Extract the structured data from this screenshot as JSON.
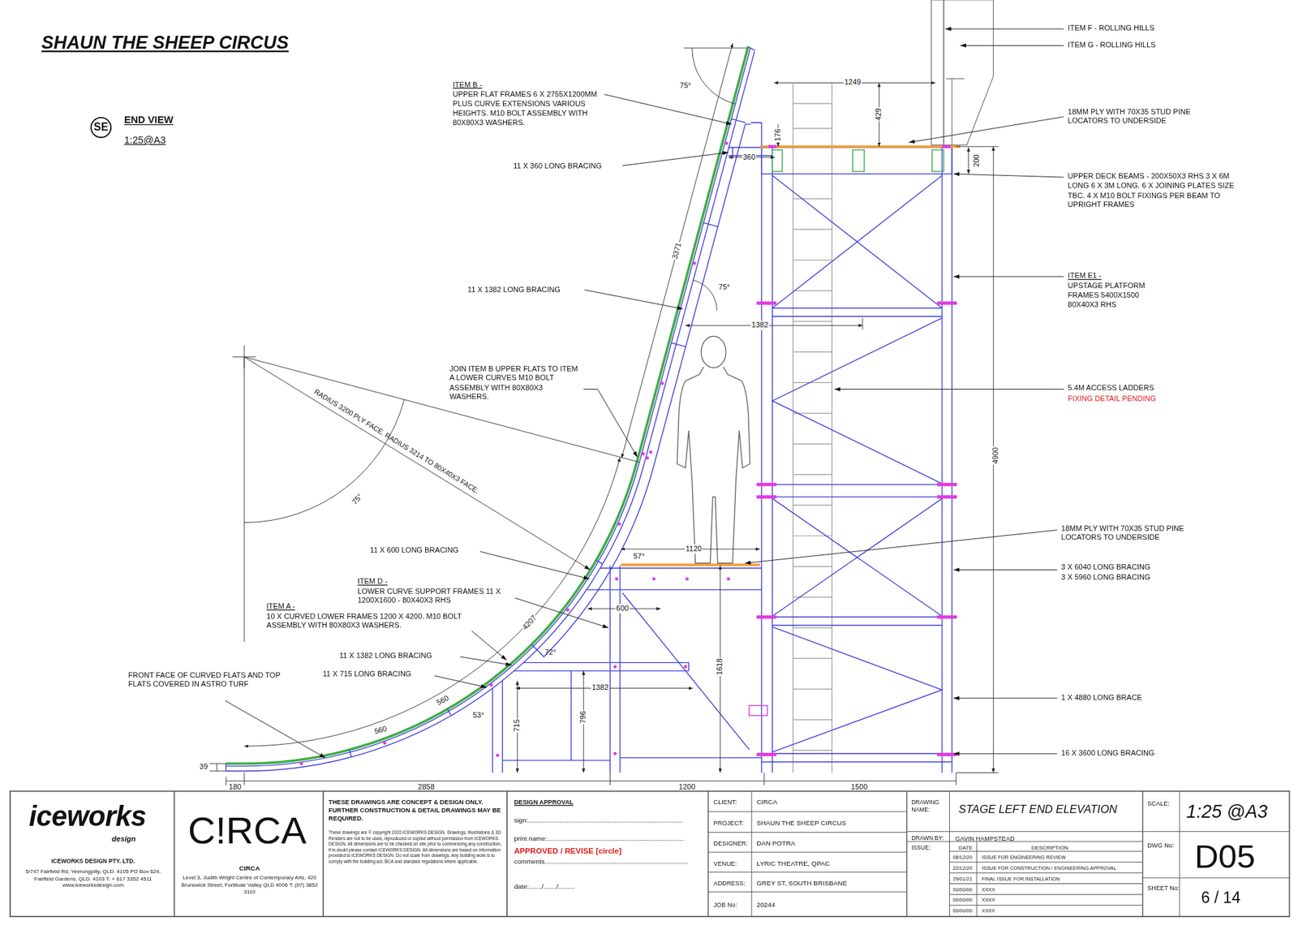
{
  "diagram": {
    "title": "SHAUN THE SHEEP CIRCUS",
    "nodes": [
      {
        "text": [
          "SE"
        ]
      },
      {
        "text": [
          "iceworks",
          "design",
          "ICEWORKS DESIGN PTY. LTD.",
          "5/747 Fairfield Rd, Yeerongpilly, QLD. 4105 PO Box 624, Fairfield Gardens, QLD. 4103 T: + 617 3352 4511 www.iceworksdesign.com"
        ]
      },
      {
        "text": [
          "C!RCA",
          "CIRCA",
          "Level 3, Judith Wright Centre of Contemporary Arts, 420 Brunswick Street, Fortitude Valley QLD 4006 T: (07) 3852 3110"
        ]
      },
      {
        "text": [
          "THESE DRAWINGS ARE CONCEPT & DESIGN ONLY. FURTHER CONSTRUCTION & DETAIL DRAWINGS MAY BE REQUIRED.",
          "These drawings are © copyright 2020 ICEWORKS DESIGN. Drawings, Illustrations & 3D Renders are not to be used, reproduced or copied without permission from ICEWORKS DESIGN. All dimensions are to be checked on site prior to commencing any construction, if in doubt please contact ICEWORKS DESIGN. All dimensions are based on information provided to ICEWORKS DESIGN. Do not scale from drawings. Any building work is to comply with the building act, BCA and standard regulations where applicable."
        ]
      },
      {
        "text": [
          "DESIGN APPROVAL",
          "sign:....................................................................................",
          "print name:..........................................................................",
          "APPROVED / REVISE [circle]",
          "comments..............................................................................",
          "date:......./......./........."
        ]
      },
      {
        "text": [
          "CLIENT:",
          "CIRCA",
          "PROJECT:",
          "SHAUN THE SHEEP CIRCUS",
          "DESIGNER:",
          "DAN POTRA",
          "VENUE:",
          "LYRIC THEATRE, QPAC",
          "ADDRESS:",
          "GREY ST, SOUTH BRISBANE",
          "JOB No:",
          "20244"
        ]
      },
      {
        "text": [
          "DRAWING NAME:",
          "STAGE LEFT END ELEVATION",
          "DRAWN BY:",
          "GAVIN HAMPSTEAD",
          "ISSUE:",
          "DATE",
          "DESCRIPTION",
          "08/12/20",
          "ISSUE FOR ENGINEERING REVIEW",
          "22/12/20",
          "ISSUE FOR CONSTRUCTION / ENGINEERING APPROVAL",
          "29/01/21",
          "FINAL ISSUE FOR INSTALLATION",
          "00/00/00",
          "XXXX",
          "00/00/00",
          "XXXX",
          "00/00/00",
          "XXXX"
        ]
      },
      {
        "text": [
          "SCALE:",
          "1:25 @A3",
          "DWG No:",
          "D05",
          "SHEET No:",
          "6 / 14"
        ]
      }
    ],
    "labels": [
      "END VIEW",
      "1:25@A3",
      "ITEM F - ROLLING HILLS",
      "ITEM G - ROLLING HILLS",
      "1249",
      "429",
      "176",
      "18MM PLY WITH 70X35 STUD PINE LOCATORS TO UNDERSIDE",
      "200",
      "UPPER DECK BEAMS - 200X50X3 RHS 3 X 6M LONG 6 X 3M LONG. 6 X JOINING PLATES SIZE TBC. 4 X M10 BOLT FIXINGS PER BEAM TO UPRIGHT FRAMES",
      "ITEM E1 -",
      "UPSTAGE PLATFORM FRAMES 5400X1500 80X40X3 RHS",
      "5.4M ACCESS LADDERS",
      "FIXING DETAIL PENDING",
      "4900",
      "18MM PLY WITH 70X35 STUD PINE LOCATORS TO UNDERSIDE",
      "3 X 6040 LONG BRACING",
      "3 X 5960 LONG BRACING",
      "1 X 4880 LONG BRACE",
      "16 X 3600 LONG BRACING",
      "ITEM B -",
      "UPPER FLAT FRAMES 6 X 2755X1200MM PLUS CURVE EXTENSIONS VARIOUS HEIGHTS. M10 BOLT ASSEMBLY WITH 80X80X3 WASHERS.",
      "75°",
      "11 X 360 LONG BRACING",
      "3371",
      "360",
      "11 X 1382 LONG BRACING",
      "75°",
      "1382",
      "JOIN ITEM B UPPER FLATS TO ITEM A LOWER CURVES M10 BOLT ASSEMBLY WITH 80X80X3 WASHERS.",
      "RADIUS 3200 PLY FACE. RADIUS 3214 TO 80X40X3 FACE.",
      "75°",
      "11 X 600 LONG BRACING",
      "1120",
      "57°",
      "ITEM D -",
      "LOWER CURVE SUPPORT FRAMES 11 X 1200X1600 - 80X40X3 RHS",
      "600",
      "ITEM A -",
      "10 X CURVED LOWER FRAMES 1200 X 4200. M10 BOLT ASSEMBLY WITH 80X80X3 WASHERS.",
      "4207",
      "1618",
      "11 X 1382 LONG BRACING",
      "72°",
      "1382",
      "11 X 715 LONG BRACING",
      "FRONT FACE OF CURVED FLATS AND TOP FLATS COVERED IN ASTRO TURF",
      "560",
      "53°",
      "796",
      "715",
      "560",
      "39",
      "180",
      "2858",
      "1200",
      "1500"
    ]
  }
}
